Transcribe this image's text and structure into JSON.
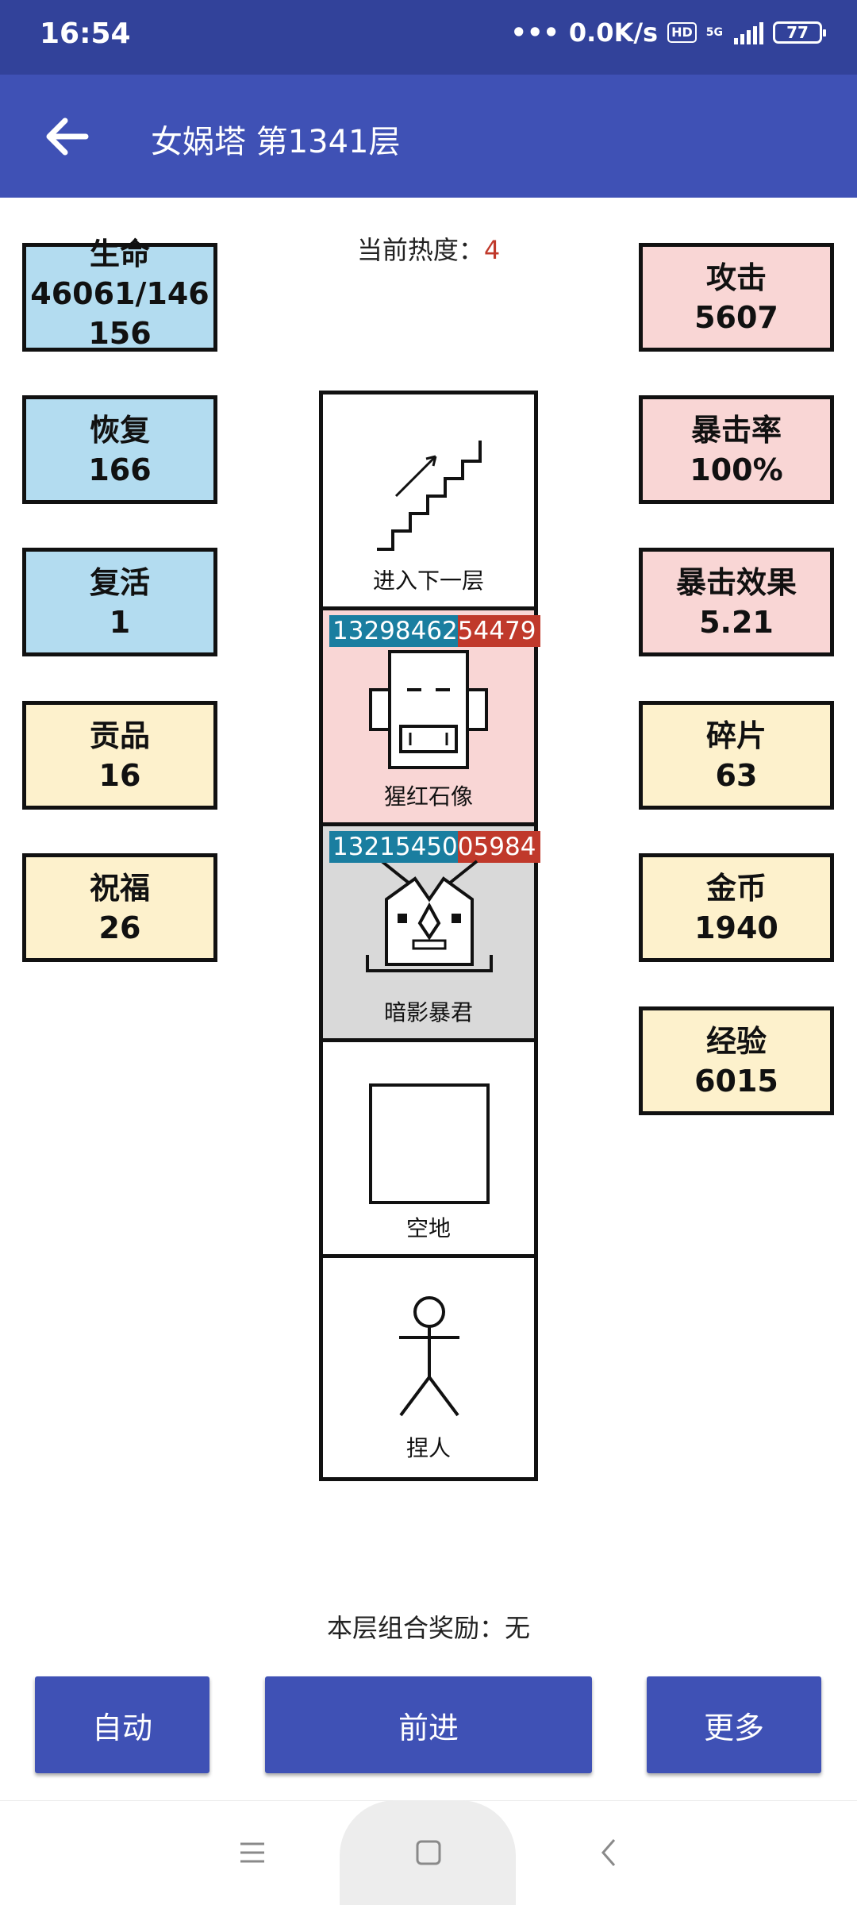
{
  "status_bar": {
    "time": "16:54",
    "speed": "0.0K/s",
    "hd": "HD",
    "network": "5G",
    "battery": "77"
  },
  "app_bar": {
    "title": "女娲塔 第1341层"
  },
  "heat": {
    "label": "当前热度：",
    "value": "4"
  },
  "left_stats": [
    {
      "label": "生命",
      "value": "46061/146156",
      "color": "#b3dcf0"
    },
    {
      "label": "恢复",
      "value": "166",
      "color": "#b3dcf0"
    },
    {
      "label": "复活",
      "value": "1",
      "color": "#b3dcf0"
    },
    {
      "label": "贡品",
      "value": "16",
      "color": "#fdf1cc"
    },
    {
      "label": "祝福",
      "value": "26",
      "color": "#fdf1cc"
    }
  ],
  "right_stats": [
    {
      "label": "攻击",
      "value": "5607",
      "color": "#f9d6d5"
    },
    {
      "label": "暴击率",
      "value": "100%",
      "color": "#f9d6d5"
    },
    {
      "label": "暴击效果",
      "value": "5.21",
      "color": "#f9d6d5"
    },
    {
      "label": "碎片",
      "value": "63",
      "color": "#fdf1cc"
    },
    {
      "label": "金币",
      "value": "1940",
      "color": "#fdf1cc"
    },
    {
      "label": "经验",
      "value": "6015",
      "color": "#fdf1cc"
    }
  ],
  "tower": [
    {
      "name": "进入下一层",
      "icon": "stairs-icon"
    },
    {
      "name": "猩红石像",
      "icon": "statue-icon",
      "hp": "13298462",
      "atk": "54479",
      "bg": "#f9d6d5"
    },
    {
      "name": "暗影暴君",
      "icon": "tyrant-icon",
      "hp": "13215450",
      "atk": "05984",
      "bg": "#d9d9d9"
    },
    {
      "name": "空地",
      "icon": "empty-square-icon"
    },
    {
      "name": "捏人",
      "icon": "stick-figure-icon"
    }
  ],
  "bonus": {
    "label": "本层组合奖励：无"
  },
  "buttons": {
    "auto": "自动",
    "forward": "前进",
    "more": "更多"
  },
  "colors": {
    "primary": "#3f51b5",
    "status_bar": "#32429a",
    "hp_bar": "#1a7ea0",
    "atk_bar": "#c0392b"
  }
}
